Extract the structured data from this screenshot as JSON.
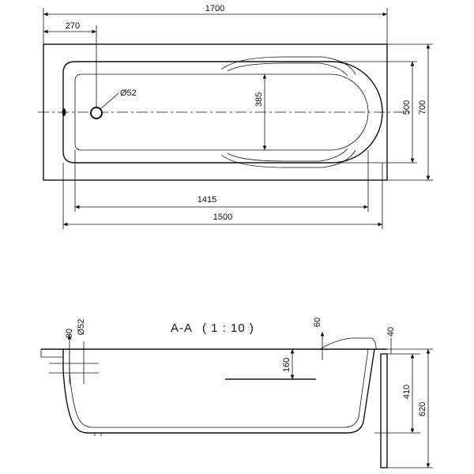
{
  "top_view": {
    "dimensions": {
      "overall_length": "1700",
      "drain_offset": "270",
      "drain_diameter": "Ø52",
      "inner_width": "385",
      "outer_width_inner": "500",
      "outer_width": "700",
      "inner_length": "1415",
      "length_1500": "1500"
    }
  },
  "section_view": {
    "title": "A-A",
    "scale": "( 1 : 10 )",
    "dimensions": {
      "rim_80": "80",
      "drain_diameter": "Ø52",
      "headrest_60": "60",
      "rim_40": "40",
      "depth_160": "160",
      "inner_height": "410",
      "total_height": "620"
    }
  }
}
